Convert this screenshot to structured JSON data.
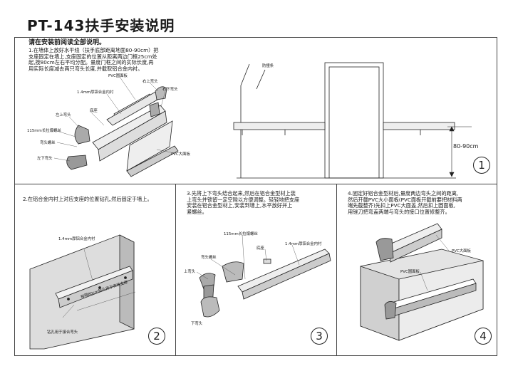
{
  "title": "PT-143扶手安装说明",
  "intro": {
    "heading": "请在安装前阅读全部说明。",
    "step1": "1.在墙体上放好水平线（扶手底部距离地面80-90cm）把\n支座固定在墙上,支座固定的位置从距离两边门框25cm处\n起,按80cm左右平均分配。量度门框之间的实际长度,再\n用实际长度减去两只弯头长度,并截取铝合金内衬。"
  },
  "step2_text": "2.在铝合金内衬上对应支座的位置钻孔,然后固定于墙上。",
  "step3_text": "3.先将上下弯头结合起来,然后在铝合金型材上装\n上弯头并锁留一定空隙以方便调整。轻轻地把支座\n安装在铝合金型材上,安装到墙上,水平放好并上\n紧螺丝。",
  "step4_text": "4.固定好铝合金型材后,量度两边弯头之间的距离,\n然后开截PVC大小面板(PVC面板开截前要把材料两\n端先截整齐)先扣上PVC大面盖,然后扣上圆面板,\n用锉刀把弯盖两端与弯头的接口位置修整齐。",
  "labels1": {
    "pvc_round": "PVC圆面板",
    "right_top": "右上弯头",
    "alu_liner": "1.4mm厚铝合金内衬",
    "right_bottom": "右下弯头",
    "left_top": "左上弯头",
    "bracket": "底座",
    "screw": "115mm长拉爆螺丝",
    "elbow_screw": "弯头螺丝",
    "left_bottom": "左下弯头",
    "pvc_big": "PVC大面板",
    "guard": "防撞条",
    "height": "80-90cm"
  },
  "labels2": {
    "alu_liner": "1.4mm厚铝合金内衬",
    "spacing": "每隔80cm钻孔用于安装支座",
    "drill": "钻孔用于接合弯头"
  },
  "labels3": {
    "screw": "115mm长拉爆螺丝",
    "bracket": "底座",
    "alu_liner": "1.4mm厚铝合金内衬",
    "elbow_screw": "弯头螺丝",
    "top": "上弯头",
    "bottom": "下弯头"
  },
  "labels4": {
    "pvc_big": "PVC大面板",
    "pvc_round": "PVC圆面板"
  },
  "steps": [
    "1",
    "2",
    "3",
    "4"
  ]
}
